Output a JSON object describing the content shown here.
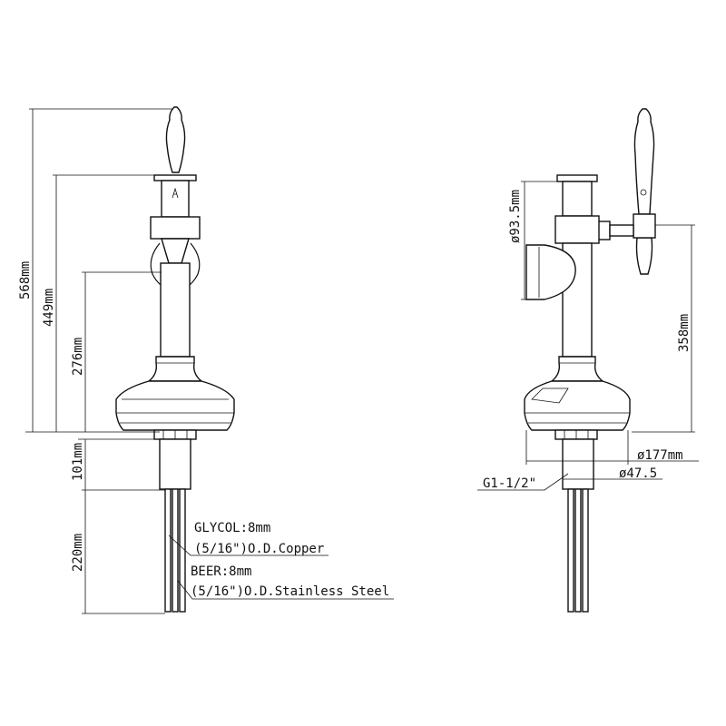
{
  "front_view": {
    "dimensions": {
      "height_total": "568mm",
      "height_spout": "449mm",
      "height_lever": "276mm",
      "shank_length": "101mm",
      "tube_length": "220mm"
    },
    "notes": {
      "glycol_size": "GLYCOL:8mm",
      "glycol_material": "(5/16\")O.D.Copper",
      "beer_size": "BEER:8mm",
      "beer_material": "(5/16\")O.D.Stainless Steel"
    }
  },
  "side_view": {
    "dimensions": {
      "medallion_diameter": "ø93.5mm",
      "spout_height": "358mm",
      "base_diameter": "ø177mm",
      "shank_diameter": "ø47.5",
      "thread": "G1-1/2\""
    }
  }
}
